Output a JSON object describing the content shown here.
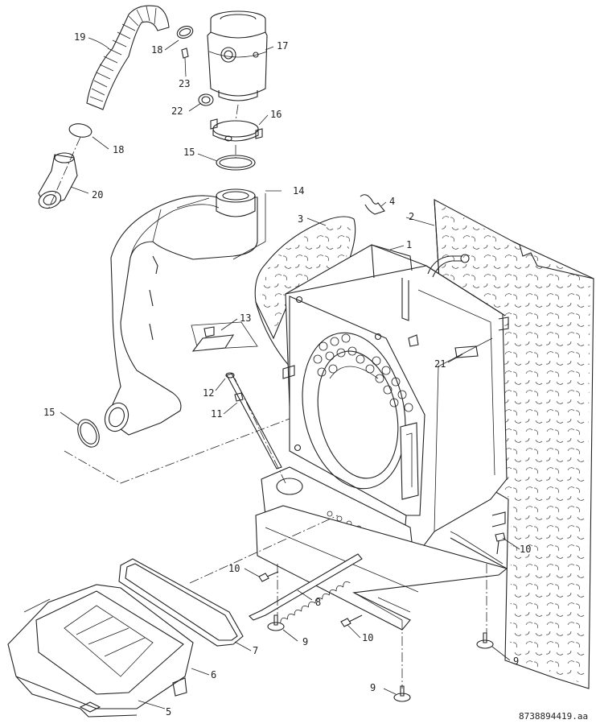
{
  "callouts": {
    "p1": "1",
    "p2": "2",
    "p3": "3",
    "p4": "4",
    "p5": "5",
    "p6": "6",
    "p7": "7",
    "p8": "8",
    "p9a": "9",
    "p9b": "9",
    "p9c": "9",
    "p10a": "10",
    "p10b": "10",
    "p10c": "10",
    "p11": "11",
    "p12": "12",
    "p13": "13",
    "p14": "14",
    "p15a": "15",
    "p15b": "15",
    "p16": "16",
    "p17": "17",
    "p18a": "18",
    "p18b": "18",
    "p19": "19",
    "p20": "20",
    "p21": "21",
    "p22": "22",
    "p23": "23"
  },
  "drawing_number": "8738894419.aa",
  "icons": [
    "boiler-heat-exchanger",
    "insulation-panel",
    "flue-pipe",
    "burner-hood"
  ]
}
